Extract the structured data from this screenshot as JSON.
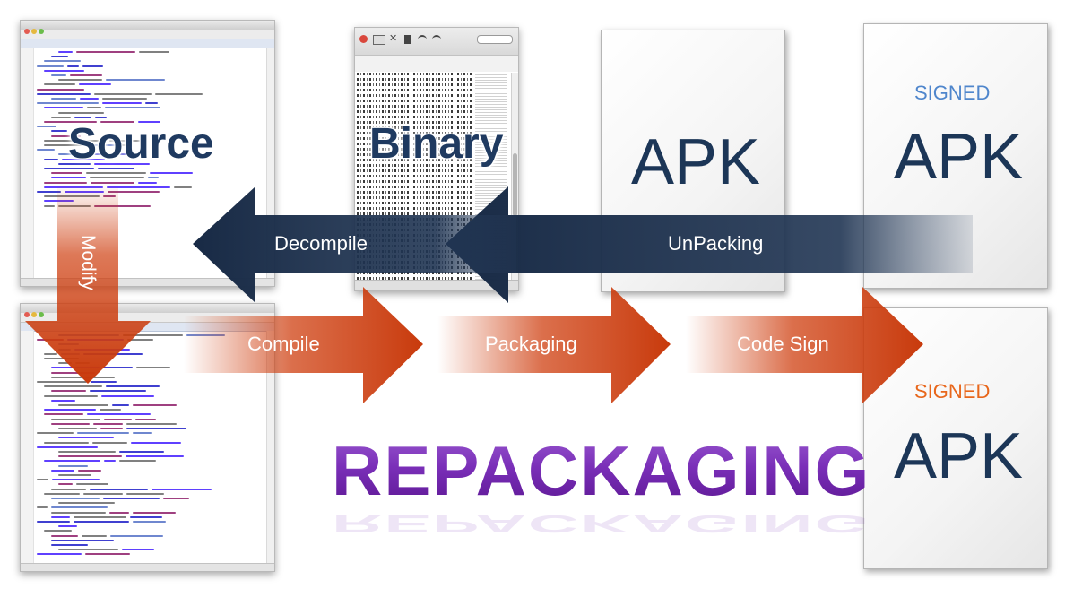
{
  "labels": {
    "source": "Source",
    "binary": "Binary",
    "apk": "APK",
    "signed_apk_top_signed": "SIGNED",
    "signed_apk_top_apk": "APK",
    "signed_apk_bottom_signed": "SIGNED",
    "signed_apk_bottom_apk": "APK"
  },
  "arrows": {
    "modify": "Modify",
    "decompile": "Decompile",
    "unpacking": "UnPacking",
    "compile": "Compile",
    "packaging": "Packaging",
    "code_sign": "Code Sign"
  },
  "title": "REPACKAGING",
  "colors": {
    "navy_arrow": "#182a45",
    "orange_arrow": "#cf3f10",
    "label_navy": "#1f3a60",
    "apk_text": "#1c3657",
    "signed_blue": "#4f86cc",
    "signed_orange": "#e8671c",
    "title_purple": "#7a2fb8"
  },
  "icons": {
    "ide_window": "eclipse-ide-window",
    "hex_editor": "hex-editor-window",
    "document": "page-fold-document"
  }
}
